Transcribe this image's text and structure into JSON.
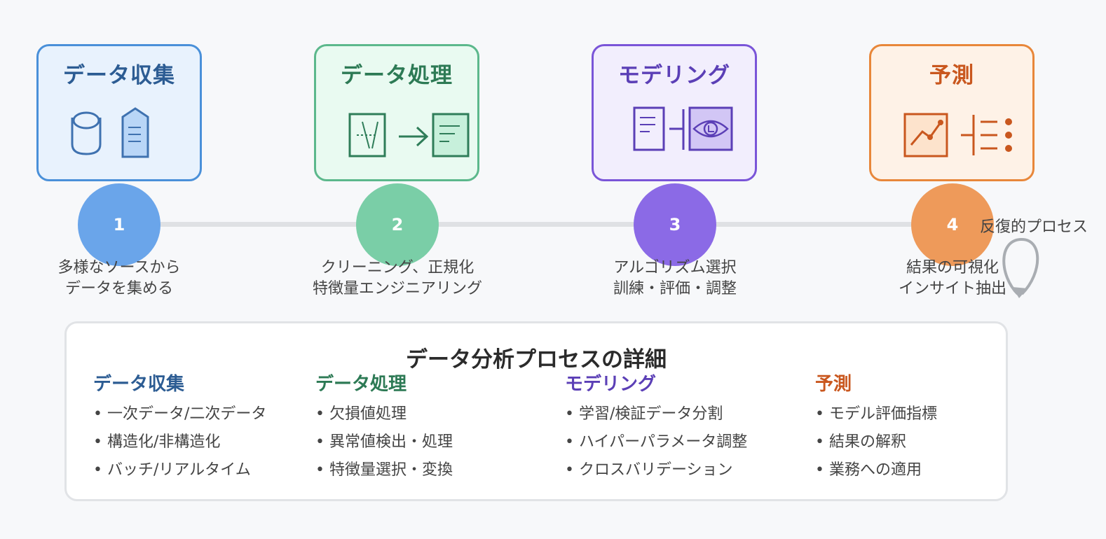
{
  "colors": {
    "collection": "#4a90d9",
    "processing": "#5cb88c",
    "modeling": "#7a55d8",
    "prediction": "#e8873a"
  },
  "stages": [
    {
      "title": "データ収集",
      "step": "1",
      "desc": [
        "多様なソースから",
        "データを集める"
      ],
      "icons": [
        "database-icon",
        "document-icon"
      ]
    },
    {
      "title": "データ処理",
      "step": "2",
      "desc": [
        "クリーニング、正規化",
        "特徴量エンジニアリング"
      ],
      "icons": [
        "raw-data-icon",
        "arrow-right-icon",
        "clean-data-icon"
      ]
    },
    {
      "title": "モデリング",
      "step": "3",
      "desc": [
        "アルゴリズム選択",
        "訓練・評価・調整"
      ],
      "icons": [
        "dataset-icon",
        "model-icon"
      ]
    },
    {
      "title": "予測",
      "step": "4",
      "desc": [
        "結果の可視化",
        "インサイト抽出"
      ],
      "icons": [
        "line-chart-icon",
        "output-list-icon"
      ]
    }
  ],
  "iterative_label": "反復的プロセス",
  "detail": {
    "title": "データ分析プロセスの詳細",
    "columns": [
      {
        "title": "データ収集",
        "items": [
          "一次データ/二次データ",
          "構造化/非構造化",
          "バッチ/リアルタイム"
        ]
      },
      {
        "title": "データ処理",
        "items": [
          "欠損値処理",
          "異常値検出・処理",
          "特徴量選択・変換"
        ]
      },
      {
        "title": "モデリング",
        "items": [
          "学習/検証データ分割",
          "ハイパーパラメータ調整",
          "クロスバリデーション"
        ]
      },
      {
        "title": "予測",
        "items": [
          "モデル評価指標",
          "結果の解釈",
          "業務への適用"
        ]
      }
    ]
  }
}
